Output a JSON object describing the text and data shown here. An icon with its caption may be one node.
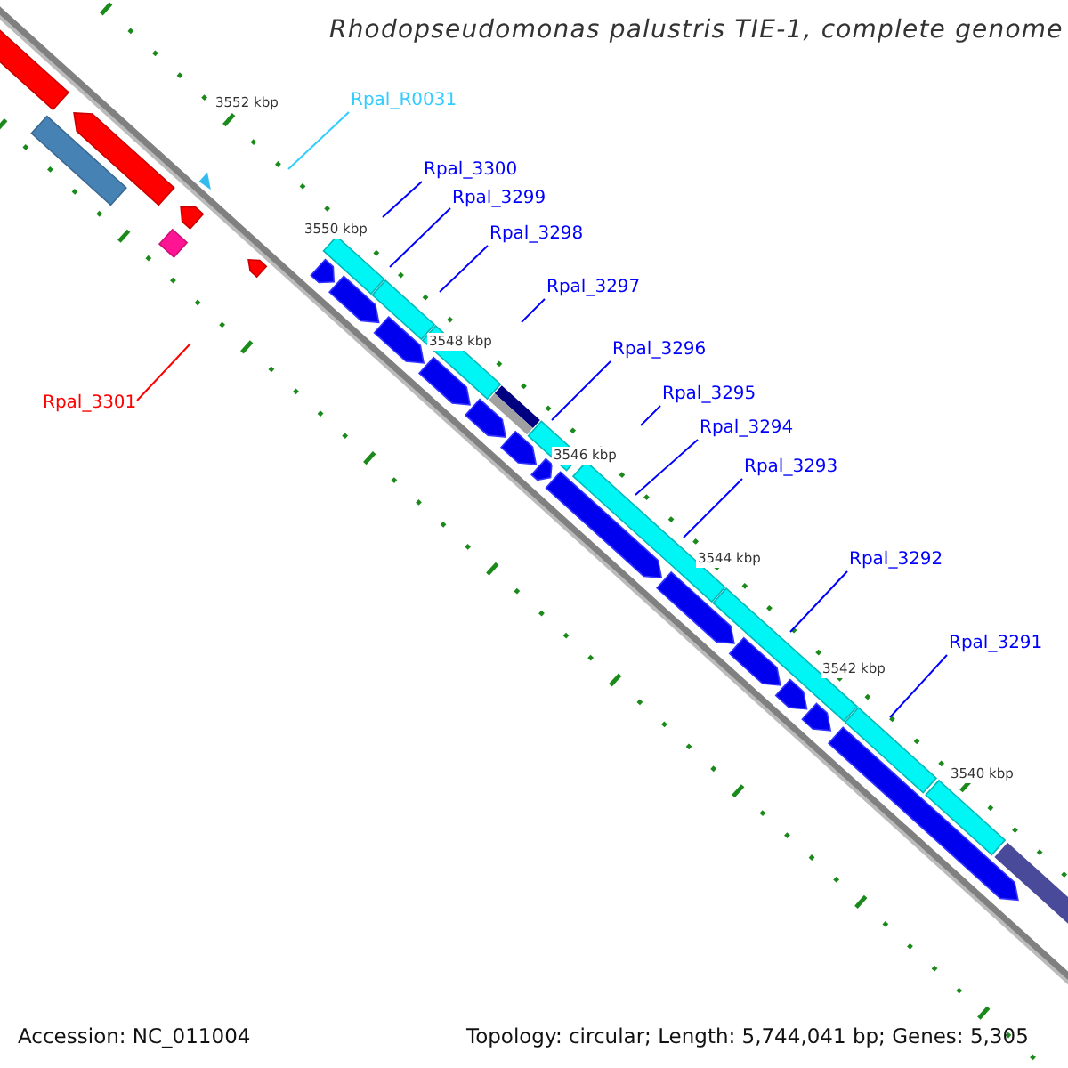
{
  "diagram": {
    "title": "Rhodopseudomonas palustris TIE-1, complete genome",
    "nodes": [
      {
        "text": [
          "Rpal_R0031"
        ]
      },
      {
        "text": [
          "Rpal_3300"
        ]
      },
      {
        "text": [
          "Rpal_3299"
        ]
      },
      {
        "text": [
          "Rpal_3298"
        ]
      },
      {
        "text": [
          "Rpal_3297"
        ]
      },
      {
        "text": [
          "Rpal_3296"
        ]
      },
      {
        "text": [
          "Rpal_3295"
        ]
      },
      {
        "text": [
          "Rpal_3294"
        ]
      },
      {
        "text": [
          "Rpal_3293"
        ]
      },
      {
        "text": [
          "Rpal_3292"
        ]
      },
      {
        "text": [
          "Rpal_3291"
        ]
      },
      {
        "text": [
          "Rpal_3301"
        ]
      }
    ],
    "edges": [
      {
        "from": 0,
        "to": null,
        "arrow": "none",
        "color": "#33ccff"
      },
      {
        "from": 1,
        "to": null,
        "arrow": "none"
      },
      {
        "from": 2,
        "to": null,
        "arrow": "none"
      },
      {
        "from": 3,
        "to": null,
        "arrow": "none"
      },
      {
        "from": 4,
        "to": null,
        "arrow": "none"
      },
      {
        "from": 5,
        "to": null,
        "arrow": "none"
      },
      {
        "from": 6,
        "to": null,
        "arrow": "none"
      },
      {
        "from": 7,
        "to": null,
        "arrow": "none"
      },
      {
        "from": 8,
        "to": null,
        "arrow": "none"
      },
      {
        "from": 9,
        "to": null,
        "arrow": "none"
      },
      {
        "from": 10,
        "to": null,
        "arrow": "none"
      },
      {
        "from": 11,
        "to": null,
        "arrow": "none",
        "color": "#ff0000"
      }
    ],
    "labels": [
      "3552 kbp",
      "3550 kbp",
      "3548 kbp",
      "3546 kbp",
      "3544 kbp",
      "3542 kbp",
      "3540 kbp",
      "Accession: NC_011004",
      "Topology: circular; Length: 5,744,041 bp; Genes: 5,305"
    ]
  }
}
